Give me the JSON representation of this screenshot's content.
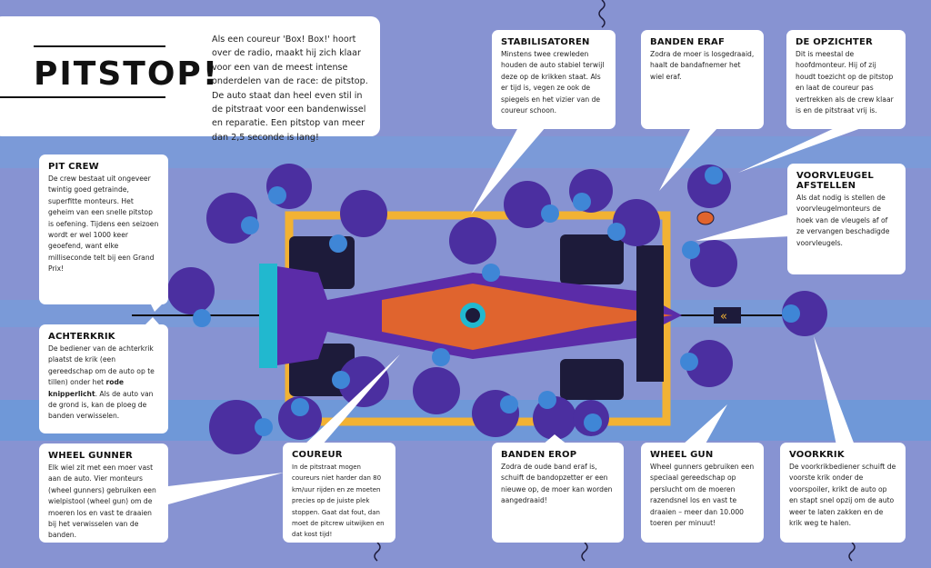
{
  "title": "PITSTOP!",
  "intro": "Als een coureur 'Box! Box!' hoort over de radio, maakt hij zich klaar voor een van de meest intense onderdelen van de race: de pitstop. De auto staat dan heel even stil in de pitstraat voor een bandenwissel en reparatie. Een pitstop van meer dan 2,5 seconde is lang!",
  "colors": {
    "background": "#8793d2",
    "band": "#6f98d8",
    "crew": "#4b2fa0",
    "helmet": "#3f86d6",
    "car_orange": "#e0642e",
    "car_cyan": "#21b8cf",
    "box_yellow": "#f2b233"
  },
  "callouts": {
    "pit_crew": {
      "heading": "PIT CREW",
      "text": "De crew bestaat uit ongeveer twintig goed getrainde, superfitte monteurs. Het geheim van een snelle pitstop is oefening. Tijdens een seizoen wordt er wel 1000 keer geoefend, want elke milliseconde telt bij een Grand Prix!"
    },
    "achterkrik": {
      "heading": "ACHTERKRIK",
      "text_before": "De bediener van de achterkrik plaatst de krik (een gereedschap om de auto op te tillen) onder het ",
      "bold": "rode knipperlicht",
      "text_after": ". Als de auto van de grond is, kan de ploeg de banden verwisselen."
    },
    "wheel_gunner": {
      "heading": "WHEEL GUNNER",
      "text": "Elk wiel zit met een moer vast aan de auto. Vier monteurs (wheel gunners) gebruiken een wielpistool (wheel gun) om de moeren los en vast te draaien bij het verwisselen van de banden."
    },
    "stabilisatoren": {
      "heading": "STABILISATOREN",
      "text": "Minstens twee crewleden houden de auto stabiel terwijl deze op de krikken staat. Als er tijd is, vegen ze ook de spiegels en het vizier van de coureur schoon."
    },
    "banden_eraf": {
      "heading": "BANDEN ERAF",
      "text": "Zodra de moer is losgedraaid, haalt de bandafnemer het wiel eraf."
    },
    "opzichter": {
      "heading": "DE OPZICHTER",
      "text": "Dit is meestal de hoofdmonteur. Hij of zij houdt toezicht op de pitstop en laat de coureur pas vertrekken als de crew klaar is en de pitstraat vrij is."
    },
    "voorvleugel": {
      "heading": "VOORVLEUGEL AFSTELLEN",
      "text": "Als dat nodig is stellen de voorvleugelmonteurs de hoek van de vleugels af of ze vervangen beschadigde voorvleugels."
    },
    "coureur": {
      "heading": "COUREUR",
      "text": "In de pitstraat mogen coureurs niet harder dan 80 km/uur rijden en ze moeten precies op de juiste plek stoppen. Gaat dat fout, dan moet de pitcrew uitwijken en dat kost tijd!"
    },
    "banden_erop": {
      "heading": "BANDEN EROP",
      "text": "Zodra de oude band eraf is, schuift de bandopzetter er een nieuwe op, de moer kan worden aangedraaid!"
    },
    "wheel_gun": {
      "heading": "WHEEL GUN",
      "text": "Wheel gunners gebruiken een speciaal gereedschap op perslucht om de moeren razendsnel los en vast te draaien – meer dan 10.000 toeren per minuut!"
    },
    "voorkrik": {
      "heading": "VOORKRIK",
      "text": "De voorkrikbediener schuift de voorste krik onder de voorspoiler, krikt de auto op en stapt snel opzij om de auto weer te laten zakken en de krik weg te halen."
    }
  }
}
